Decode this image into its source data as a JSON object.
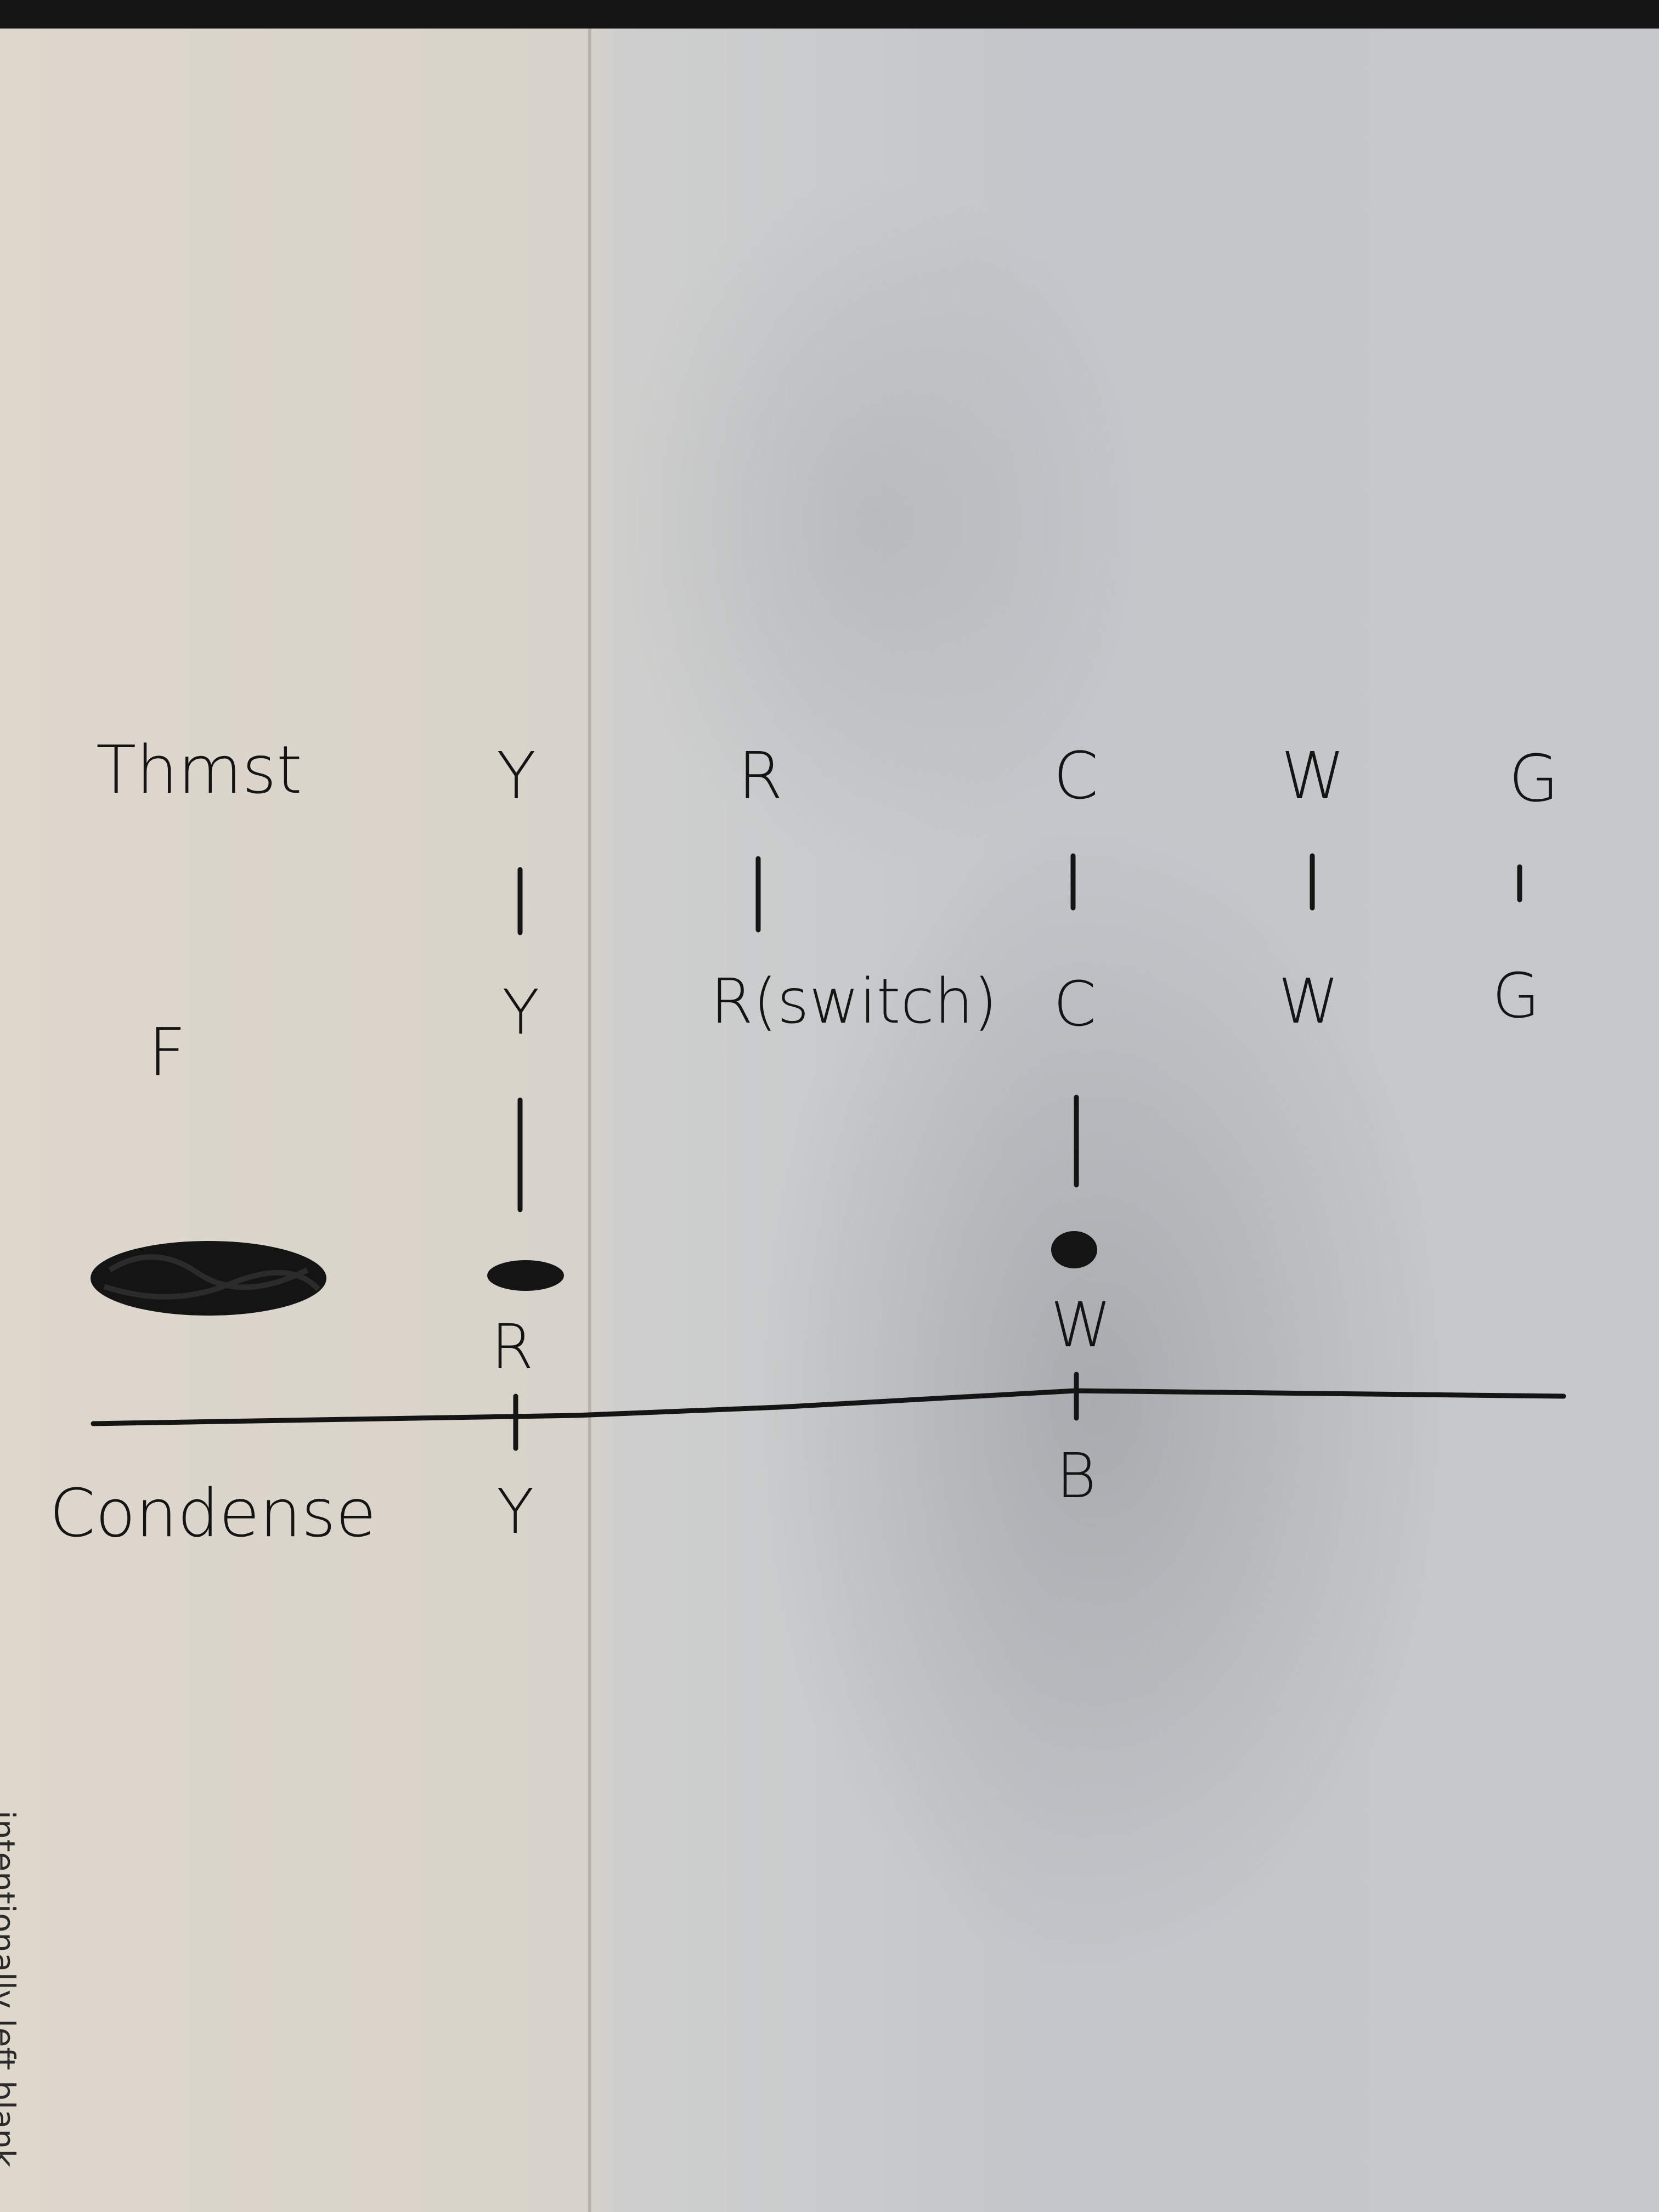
{
  "rows": {
    "thermostat": "Thmst",
    "furnace": "F",
    "condenser": "Condense"
  },
  "columns": [
    {
      "top": "Y",
      "mid": "Y",
      "unit": "R",
      "condenser": "Y"
    },
    {
      "top": "R",
      "mid": "R(switch)"
    },
    {
      "top": "C",
      "mid": "C",
      "unit": "W",
      "condenser": "B"
    },
    {
      "top": "W",
      "mid": "W"
    },
    {
      "top": "G",
      "mid": "G"
    }
  ],
  "edge_text": "intentionally left blank",
  "colors": {
    "ink": "#141414",
    "paper": "#ddd7cc"
  }
}
